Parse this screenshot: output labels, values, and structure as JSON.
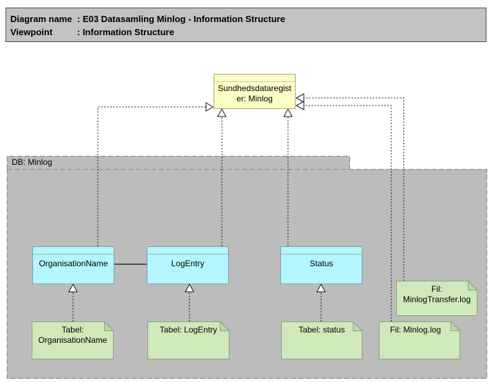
{
  "title_block": {
    "row1": {
      "label": "Diagram name",
      "value": ": E03 Datasamling Minlog - Information Structure"
    },
    "row2": {
      "label": "Viewpoint",
      "value": ": Information Structure"
    }
  },
  "group": {
    "label": "DB: Minlog"
  },
  "nodes": {
    "business_object": {
      "label": "Sundhedsdataregister: Minlog"
    },
    "data_objects": [
      {
        "label": "OrganisationName"
      },
      {
        "label": "LogEntry"
      },
      {
        "label": "Status"
      }
    ],
    "artifacts": [
      {
        "label": "Tabel: OrganisationName"
      },
      {
        "label": "Tabel: LogEntry"
      },
      {
        "label": "Tabel: status"
      },
      {
        "label": "Fil: Minlog.log"
      },
      {
        "label": "Fil: MinlogTransfer.log"
      }
    ]
  },
  "colors": {
    "header_fill": "#c2c2c2",
    "group_fill": "#bcbcbc",
    "group_stroke": "#8f8f8f",
    "bo_fill": "#fdfdc8",
    "bo_stroke": "#a6a66b",
    "bo_sep": "#cdcd9b",
    "do_fill": "#b3f6fe",
    "do_stroke": "#7fa2aa",
    "do_sep": "#8fb6bc",
    "note_fill": "#cfe9bb",
    "note_stroke": "#8ba37f",
    "note_fold": "#b9d8a5",
    "line_color": "#111111"
  }
}
